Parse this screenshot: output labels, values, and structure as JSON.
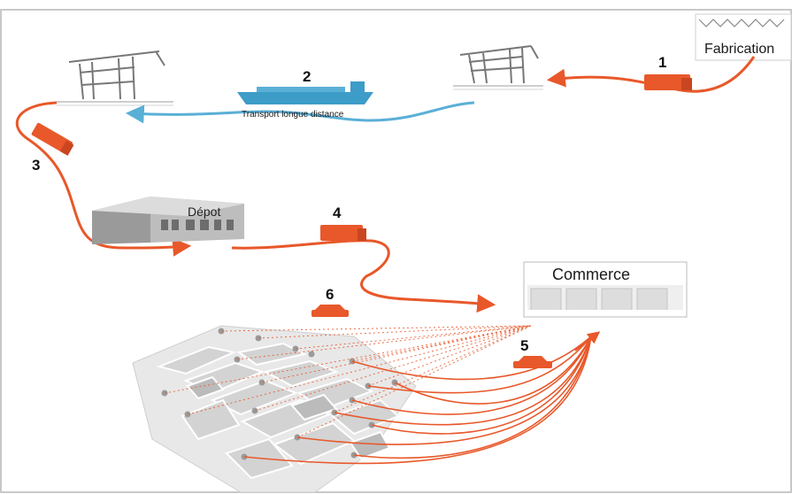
{
  "labels": {
    "fabrication": "Fabrication",
    "transport": "Transport longue distance",
    "depot": "Dépot",
    "commerce": "Commerce"
  },
  "steps": [
    "1",
    "2",
    "3",
    "4",
    "5",
    "6"
  ],
  "colors": {
    "route": "#e8582a",
    "water": "#5aafd6",
    "ship": "#3d9cc8",
    "vehicle": "#e8582a",
    "frame": "#c8c8c8"
  },
  "icons": [
    "factory-icon",
    "crane-icon",
    "ship-icon",
    "truck-icon",
    "warehouse-icon",
    "shop-icon",
    "car-icon",
    "city-map-icon"
  ]
}
